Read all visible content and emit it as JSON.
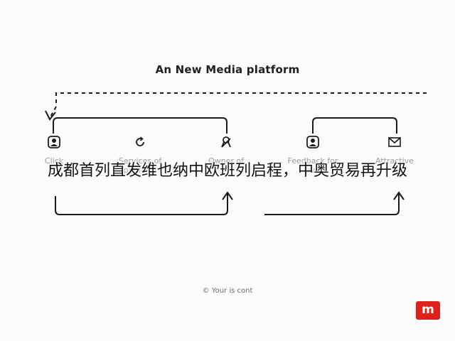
{
  "diagram": {
    "title": "An New Media platform",
    "nodes": [
      {
        "id": "click",
        "icon": "user-icon",
        "label": "Click"
      },
      {
        "id": "services",
        "icon": "refresh-icon",
        "label": "Services of platform"
      },
      {
        "id": "owner",
        "icon": "ribbon-icon",
        "label": "Owner of"
      },
      {
        "id": "feedback",
        "icon": "user-icon",
        "label": "Feedback for level"
      },
      {
        "id": "attractive",
        "icon": "mail-icon",
        "label": "Attractive"
      }
    ],
    "footer": "© Your is cont",
    "colors": {
      "line": "#1a1a1a",
      "logo_bg": "#e0201b",
      "label_text": "#9a9a9a"
    }
  },
  "overlay_caption": "成都首列直发维也纳中欧班列启程，中奥贸易再升级",
  "logo": {
    "glyph": "m",
    "icon": "brand-logo-icon"
  }
}
